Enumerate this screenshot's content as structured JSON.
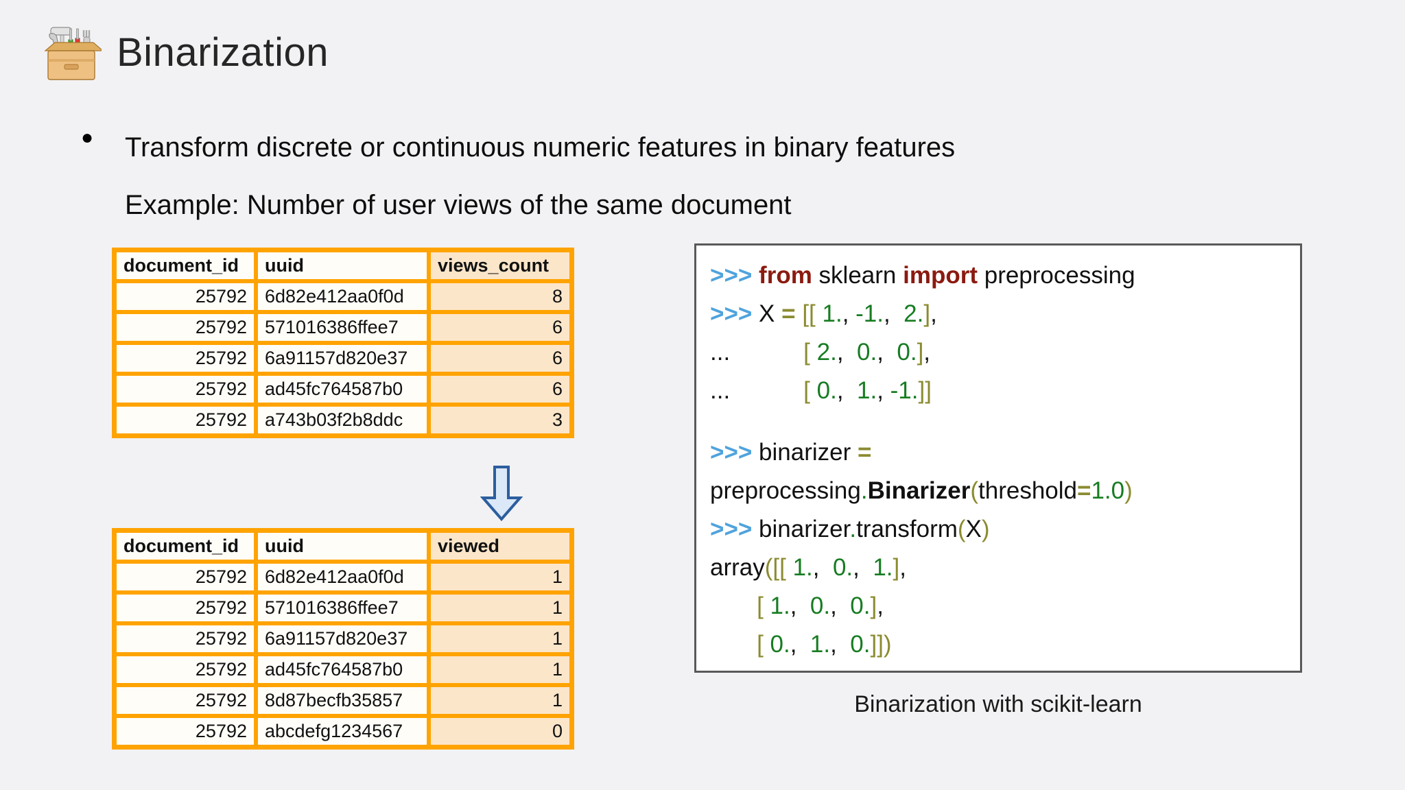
{
  "slide": {
    "title": "Binarization",
    "title_icon": "toolbox-icon",
    "background_color": "#f2f2f4"
  },
  "bullets": [
    {
      "marker": "●",
      "lines": [
        "Transform discrete or continuous numeric features in binary features",
        "Example: Number of user views of the same document"
      ]
    }
  ],
  "tables": {
    "before": {
      "name": "views-count-table",
      "headers": [
        "document_id",
        "uuid",
        "views_count"
      ],
      "highlight_column_index": 2,
      "rows": [
        [
          "25792",
          "6d82e412aa0f0d",
          "8"
        ],
        [
          "25792",
          "571016386ffee7",
          "6"
        ],
        [
          "25792",
          "6a91157d820e37",
          "6"
        ],
        [
          "25792",
          "ad45fc764587b0",
          "6"
        ],
        [
          "25792",
          "a743b03f2b8ddc",
          "3"
        ]
      ]
    },
    "after": {
      "name": "viewed-binary-table",
      "headers": [
        "document_id",
        "uuid",
        "viewed"
      ],
      "highlight_column_index": 2,
      "rows": [
        [
          "25792",
          "6d82e412aa0f0d",
          "1"
        ],
        [
          "25792",
          "571016386ffee7",
          "1"
        ],
        [
          "25792",
          "6a91157d820e37",
          "1"
        ],
        [
          "25792",
          "ad45fc764587b0",
          "1"
        ],
        [
          "25792",
          "8d87becfb35857",
          "1"
        ],
        [
          "25792",
          "abcdefg1234567",
          "0"
        ]
      ]
    },
    "border_color": "#ffa300",
    "highlight_color": "#fce6ca"
  },
  "arrow": {
    "direction": "down",
    "fill_color": "#dbe8f7",
    "stroke_color": "#2c5e9e"
  },
  "code": {
    "caption": "Binarization with scikit-learn",
    "border_color": "#595959",
    "lines": [
      [
        {
          "t": ">>> ",
          "c": "prompt"
        },
        {
          "t": "from",
          "c": "kw"
        },
        {
          "t": " sklearn ",
          "c": "plain"
        },
        {
          "t": "import",
          "c": "kw"
        },
        {
          "t": " preprocessing",
          "c": "plain"
        }
      ],
      [
        {
          "t": ">>> ",
          "c": "prompt"
        },
        {
          "t": "X ",
          "c": "plain"
        },
        {
          "t": "=",
          "c": "op"
        },
        {
          "t": " ",
          "c": "plain"
        },
        {
          "t": "[[",
          "c": "brk"
        },
        {
          "t": " 1.",
          "c": "num"
        },
        {
          "t": ",",
          "c": "plain"
        },
        {
          "t": " -1.",
          "c": "num"
        },
        {
          "t": ",",
          "c": "plain"
        },
        {
          "t": "  2.",
          "c": "num"
        },
        {
          "t": "]",
          "c": "brk"
        },
        {
          "t": ",",
          "c": "plain"
        }
      ],
      [
        {
          "t": "...",
          "c": "plain"
        },
        {
          "t": "           ",
          "c": "plain"
        },
        {
          "t": "[",
          "c": "brk"
        },
        {
          "t": " 2.",
          "c": "num"
        },
        {
          "t": ",",
          "c": "plain"
        },
        {
          "t": "  0.",
          "c": "num"
        },
        {
          "t": ",",
          "c": "plain"
        },
        {
          "t": "  0.",
          "c": "num"
        },
        {
          "t": "]",
          "c": "brk"
        },
        {
          "t": ",",
          "c": "plain"
        }
      ],
      [
        {
          "t": "...",
          "c": "plain"
        },
        {
          "t": "           ",
          "c": "plain"
        },
        {
          "t": "[",
          "c": "brk"
        },
        {
          "t": " 0.",
          "c": "num"
        },
        {
          "t": ",",
          "c": "plain"
        },
        {
          "t": "  1.",
          "c": "num"
        },
        {
          "t": ",",
          "c": "plain"
        },
        {
          "t": " -1.",
          "c": "num"
        },
        {
          "t": "]]",
          "c": "brk"
        }
      ],
      [],
      [
        {
          "t": ">>> ",
          "c": "prompt"
        },
        {
          "t": "binarizer ",
          "c": "plain"
        },
        {
          "t": "=",
          "c": "op"
        }
      ],
      [
        {
          "t": "preprocessing",
          "c": "plain"
        },
        {
          "t": ".",
          "c": "num"
        },
        {
          "t": "Binarizer",
          "c": "bold"
        },
        {
          "t": "(",
          "c": "brk"
        },
        {
          "t": "threshold",
          "c": "plain"
        },
        {
          "t": "=",
          "c": "op"
        },
        {
          "t": "1.0",
          "c": "num"
        },
        {
          "t": ")",
          "c": "brk"
        }
      ],
      [
        {
          "t": ">>> ",
          "c": "prompt"
        },
        {
          "t": "binarizer",
          "c": "plain"
        },
        {
          "t": ".",
          "c": "num"
        },
        {
          "t": "transform",
          "c": "plain"
        },
        {
          "t": "(",
          "c": "brk"
        },
        {
          "t": "X",
          "c": "plain"
        },
        {
          "t": ")",
          "c": "brk"
        }
      ],
      [
        {
          "t": "array",
          "c": "plain"
        },
        {
          "t": "([[",
          "c": "brk"
        },
        {
          "t": " 1.",
          "c": "num"
        },
        {
          "t": ",",
          "c": "plain"
        },
        {
          "t": "  0.",
          "c": "num"
        },
        {
          "t": ",",
          "c": "plain"
        },
        {
          "t": "  1.",
          "c": "num"
        },
        {
          "t": "]",
          "c": "brk"
        },
        {
          "t": ",",
          "c": "plain"
        }
      ],
      [
        {
          "t": "       ",
          "c": "plain"
        },
        {
          "t": "[",
          "c": "brk"
        },
        {
          "t": " 1.",
          "c": "num"
        },
        {
          "t": ",",
          "c": "plain"
        },
        {
          "t": "  0.",
          "c": "num"
        },
        {
          "t": ",",
          "c": "plain"
        },
        {
          "t": "  0.",
          "c": "num"
        },
        {
          "t": "]",
          "c": "brk"
        },
        {
          "t": ",",
          "c": "plain"
        }
      ],
      [
        {
          "t": "       ",
          "c": "plain"
        },
        {
          "t": "[",
          "c": "brk"
        },
        {
          "t": " 0.",
          "c": "num"
        },
        {
          "t": ",",
          "c": "plain"
        },
        {
          "t": "  1.",
          "c": "num"
        },
        {
          "t": ",",
          "c": "plain"
        },
        {
          "t": "  0.",
          "c": "num"
        },
        {
          "t": "]])",
          "c": "brk"
        }
      ]
    ]
  }
}
